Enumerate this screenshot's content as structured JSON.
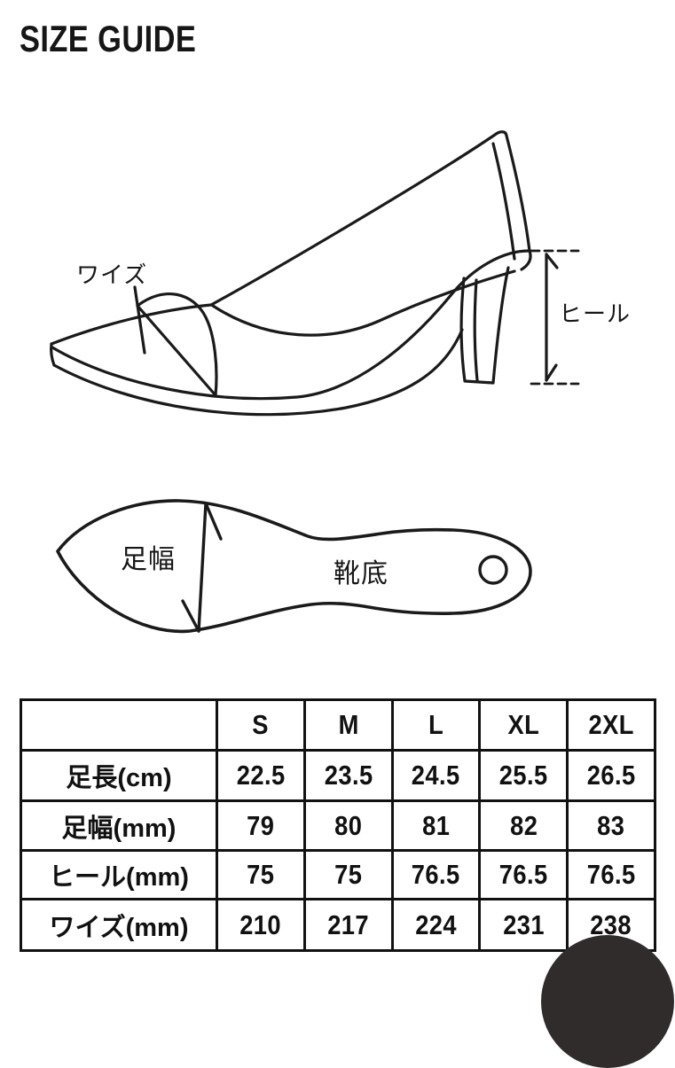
{
  "page": {
    "title": "SIZE GUIDE",
    "background": "#ffffff",
    "line_color": "#1a1a1a",
    "text_color": "#161616"
  },
  "shoe_diagram": {
    "width_label": "ワイズ",
    "heel_label": "ヒール"
  },
  "sole_diagram": {
    "foot_width_label": "足幅",
    "sole_label": "靴底"
  },
  "size_table": {
    "headers": [
      "",
      "S",
      "M",
      "L",
      "XL",
      "2XL"
    ],
    "rows": [
      {
        "label": "足長(cm)",
        "values": [
          "22.5",
          "23.5",
          "24.5",
          "25.5",
          "26.5"
        ]
      },
      {
        "label": "足幅(mm)",
        "values": [
          "79",
          "80",
          "81",
          "82",
          "83"
        ]
      },
      {
        "label": "ヒール(mm)",
        "values": [
          "75",
          "75",
          "76.5",
          "76.5",
          "76.5"
        ]
      },
      {
        "label": "ワイズ(mm)",
        "values": [
          "210",
          "217",
          "224",
          "231",
          "238"
        ]
      }
    ]
  },
  "fab": {
    "color": "#312c2c"
  }
}
